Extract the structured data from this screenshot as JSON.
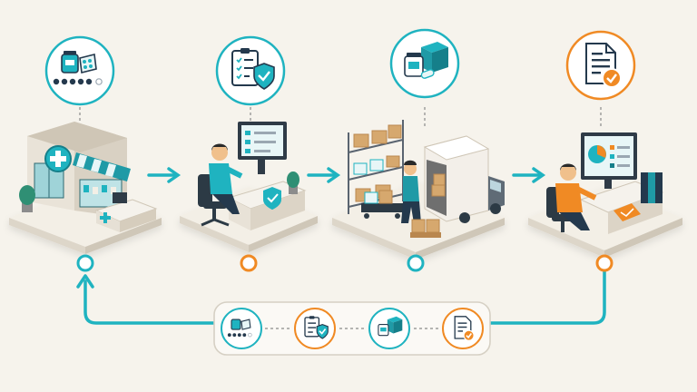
{
  "colors": {
    "background": "#f6f3ec",
    "teal": "#1fb3c0",
    "teal_dark": "#157f8a",
    "orange": "#f08a24",
    "navy": "#24394d",
    "platform_top": "#f3efe6",
    "platform_side": "#ddd6c9",
    "cardboard": "#d6a86e",
    "cardboard_dark": "#b9874f",
    "monitor": "#2f3b47",
    "chair": "#2c3a45"
  },
  "stages": [
    {
      "id": "pharmacy",
      "scene": "pharmacy-storefront",
      "badge_icon": "medicine-bottle-pill-pack-icon",
      "badge_color": "teal",
      "connector_color": "teal"
    },
    {
      "id": "verification",
      "scene": "clerk-at-computer-desk",
      "badge_icon": "clipboard-shield-check-icon",
      "badge_color": "teal",
      "connector_color": "orange"
    },
    {
      "id": "warehouse",
      "scene": "warehouse-shelves-worker-truck",
      "badge_icon": "medicine-boxes-icon",
      "badge_color": "teal",
      "connector_color": "teal"
    },
    {
      "id": "confirmation",
      "scene": "worker-at-analytics-monitor",
      "badge_icon": "document-check-icon",
      "badge_color": "orange",
      "connector_color": "orange"
    }
  ],
  "legend": [
    {
      "icon": "medicine-bottle-pill-pack-icon",
      "color": "teal"
    },
    {
      "icon": "clipboard-shield-check-icon",
      "color": "orange"
    },
    {
      "icon": "medicine-boxes-icon",
      "color": "teal"
    },
    {
      "icon": "document-check-icon",
      "color": "orange"
    }
  ]
}
